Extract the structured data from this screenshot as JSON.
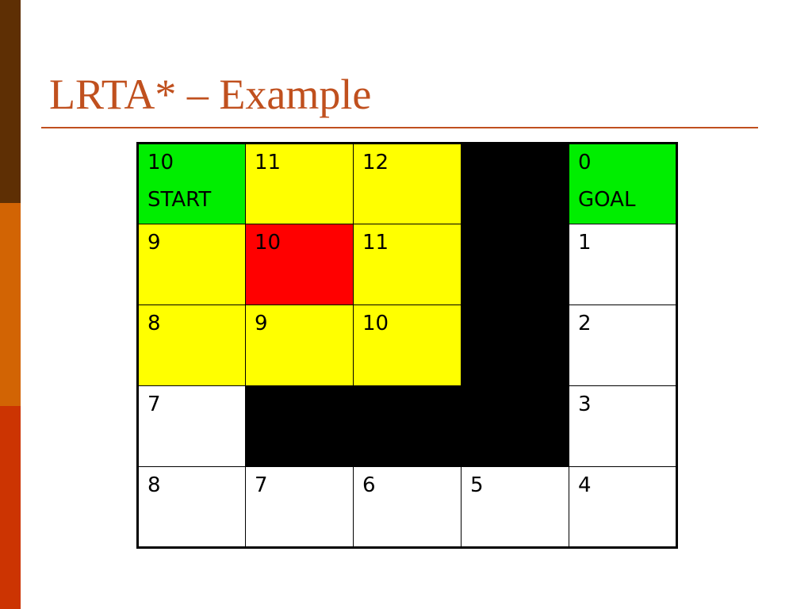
{
  "slide": {
    "title": "LRTA* – Example",
    "colors": {
      "title": "#c0501e",
      "title_rule": "#c0501e",
      "bar_top": "#5e2f04",
      "bar_middle": "#d26404",
      "bar_bottom": "#cc3402"
    }
  },
  "palette": {
    "green": "#00ee00",
    "yellow": "#ffff00",
    "red": "#ff0000",
    "black": "#000000",
    "white": "#ffffff"
  },
  "grid": {
    "rows": [
      [
        {
          "lines": [
            "10",
            "START"
          ],
          "color": "green"
        },
        {
          "lines": [
            "11"
          ],
          "color": "yellow"
        },
        {
          "lines": [
            "12"
          ],
          "color": "yellow"
        },
        {
          "lines": [],
          "color": "black"
        },
        {
          "lines": [
            "0",
            "GOAL"
          ],
          "color": "green"
        }
      ],
      [
        {
          "lines": [
            "9"
          ],
          "color": "yellow"
        },
        {
          "lines": [
            "10"
          ],
          "color": "red"
        },
        {
          "lines": [
            "11"
          ],
          "color": "yellow"
        },
        {
          "lines": [],
          "color": "black"
        },
        {
          "lines": [
            "1"
          ],
          "color": "white"
        }
      ],
      [
        {
          "lines": [
            "8"
          ],
          "color": "yellow"
        },
        {
          "lines": [
            "9"
          ],
          "color": "yellow"
        },
        {
          "lines": [
            "10"
          ],
          "color": "yellow"
        },
        {
          "lines": [],
          "color": "black"
        },
        {
          "lines": [
            "2"
          ],
          "color": "white"
        }
      ],
      [
        {
          "lines": [
            "7"
          ],
          "color": "white"
        },
        {
          "lines": [],
          "color": "black"
        },
        {
          "lines": [],
          "color": "black"
        },
        {
          "lines": [],
          "color": "black"
        },
        {
          "lines": [
            "3"
          ],
          "color": "white"
        }
      ],
      [
        {
          "lines": [
            "8"
          ],
          "color": "white"
        },
        {
          "lines": [
            "7"
          ],
          "color": "white"
        },
        {
          "lines": [
            "6"
          ],
          "color": "white"
        },
        {
          "lines": [
            "5"
          ],
          "color": "white"
        },
        {
          "lines": [
            "4"
          ],
          "color": "white"
        }
      ]
    ]
  }
}
